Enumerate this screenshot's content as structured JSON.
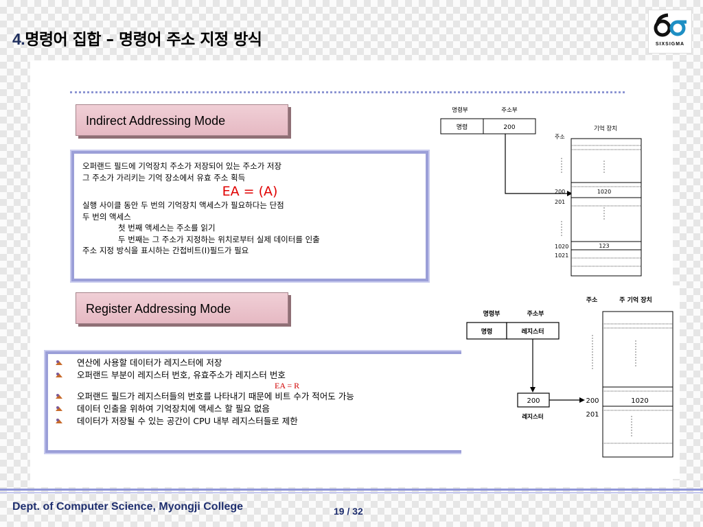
{
  "slide": {
    "title_num": "4.",
    "title_text": "명령어 집합 – 명령어  주소 지정 방식",
    "logo": {
      "mark": "6σ",
      "word": "SIXSIGMA"
    }
  },
  "indirect": {
    "label": "Indirect  Addressing Mode",
    "lines": [
      "오퍼랜드 필드에 기억장치 주소가 저장되어 있는 주소가 저장",
      "그 주소가 가리키는 기억 장소에서 유효 주소 획득"
    ],
    "formula": "EA = (A)",
    "lines2": [
      "실행 사이클 동안 두 번의 기억장치 액세스가 필요하다는  단점",
      "두 번의 액세스"
    ],
    "sub": [
      "첫 번째 액세스는 주소를 읽기",
      "두 번째는 그 주소가 지정하는 위치로부터 실제 데이터를 인출"
    ],
    "last": "주소 지정 방식을 표시하는 간접비트(I)필드가 필요",
    "diagram": {
      "h_op": "명령부",
      "h_addr": "주소부",
      "op": "명령",
      "addr": "200",
      "mem_title": "기억 장치",
      "addr_label": "주소",
      "a200": "200",
      "a201": "201",
      "a1020": "1020",
      "a1021": "1021",
      "v200": "1020",
      "v1020": "123"
    }
  },
  "register": {
    "label": "Register  Addressing Mode",
    "bullets": [
      "연산에 사용할 데이터가 레지스터에 저장",
      "오퍼랜드 부분이 레지스터 번호, 유효주소가 레지스터 번호",
      "오퍼랜드 필드가 레지스터들의 번호를 나타내기 때문에    비트 수가 적어도 가능",
      "데이터 인출을 위하여 기억장치에 액세스 할 필요 없음",
      "데이터가 저장될 수 있는 공간이 CPU 내부 레지스터들로   제한"
    ],
    "formula": "EA = R",
    "diagram": {
      "h_op": "명령부",
      "h_addr": "주소부",
      "op": "명령",
      "addr": "레지스터",
      "mem_addr": "주소",
      "mem_title": "주 기억 장치",
      "reg_val": "200",
      "reg_label": "레지스터",
      "a200": "200",
      "a201": "201",
      "v200": "1020"
    }
  },
  "footer": {
    "dept": "Dept. of Computer Science, Myongji College",
    "page": "19 / 32"
  }
}
